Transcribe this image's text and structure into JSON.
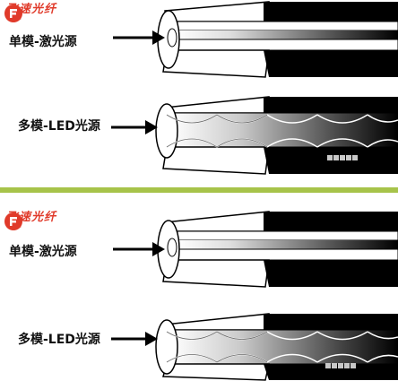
{
  "brand": {
    "name": "飞速光纤",
    "url": "fs.com",
    "color": "#e03a2a"
  },
  "panels": [
    {
      "single_mode_label": "单模-激光源",
      "multi_mode_label": "多模-LED光源"
    },
    {
      "single_mode_label": "单模-激光源",
      "multi_mode_label": "多模-LED光源"
    }
  ],
  "divider_color": "#a7c34a",
  "icons": [
    "arrow-right-icon",
    "fs-logo-icon",
    "single-mode-fiber-icon",
    "multi-mode-fiber-icon"
  ]
}
